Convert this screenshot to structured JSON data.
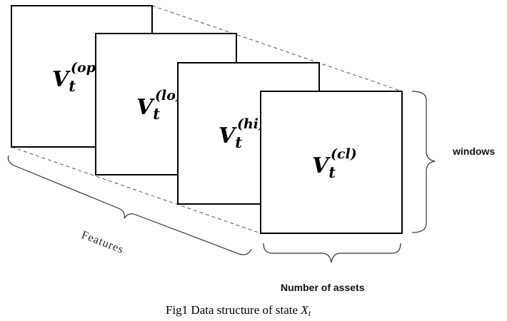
{
  "matrices": [
    {
      "base": "V",
      "sub": "t",
      "sup": "(op)"
    },
    {
      "base": "V",
      "sub": "t",
      "sup": "(lo)"
    },
    {
      "base": "V",
      "sub": "t",
      "sup": "(hi)"
    },
    {
      "base": "V",
      "sub": "t",
      "sup": "(cl)"
    }
  ],
  "labels": {
    "windows": "windows",
    "features": "Features",
    "assets": "Number of assets"
  },
  "caption": {
    "text": "Fig1 Data structure of state ",
    "var": "X",
    "sub": "t"
  }
}
